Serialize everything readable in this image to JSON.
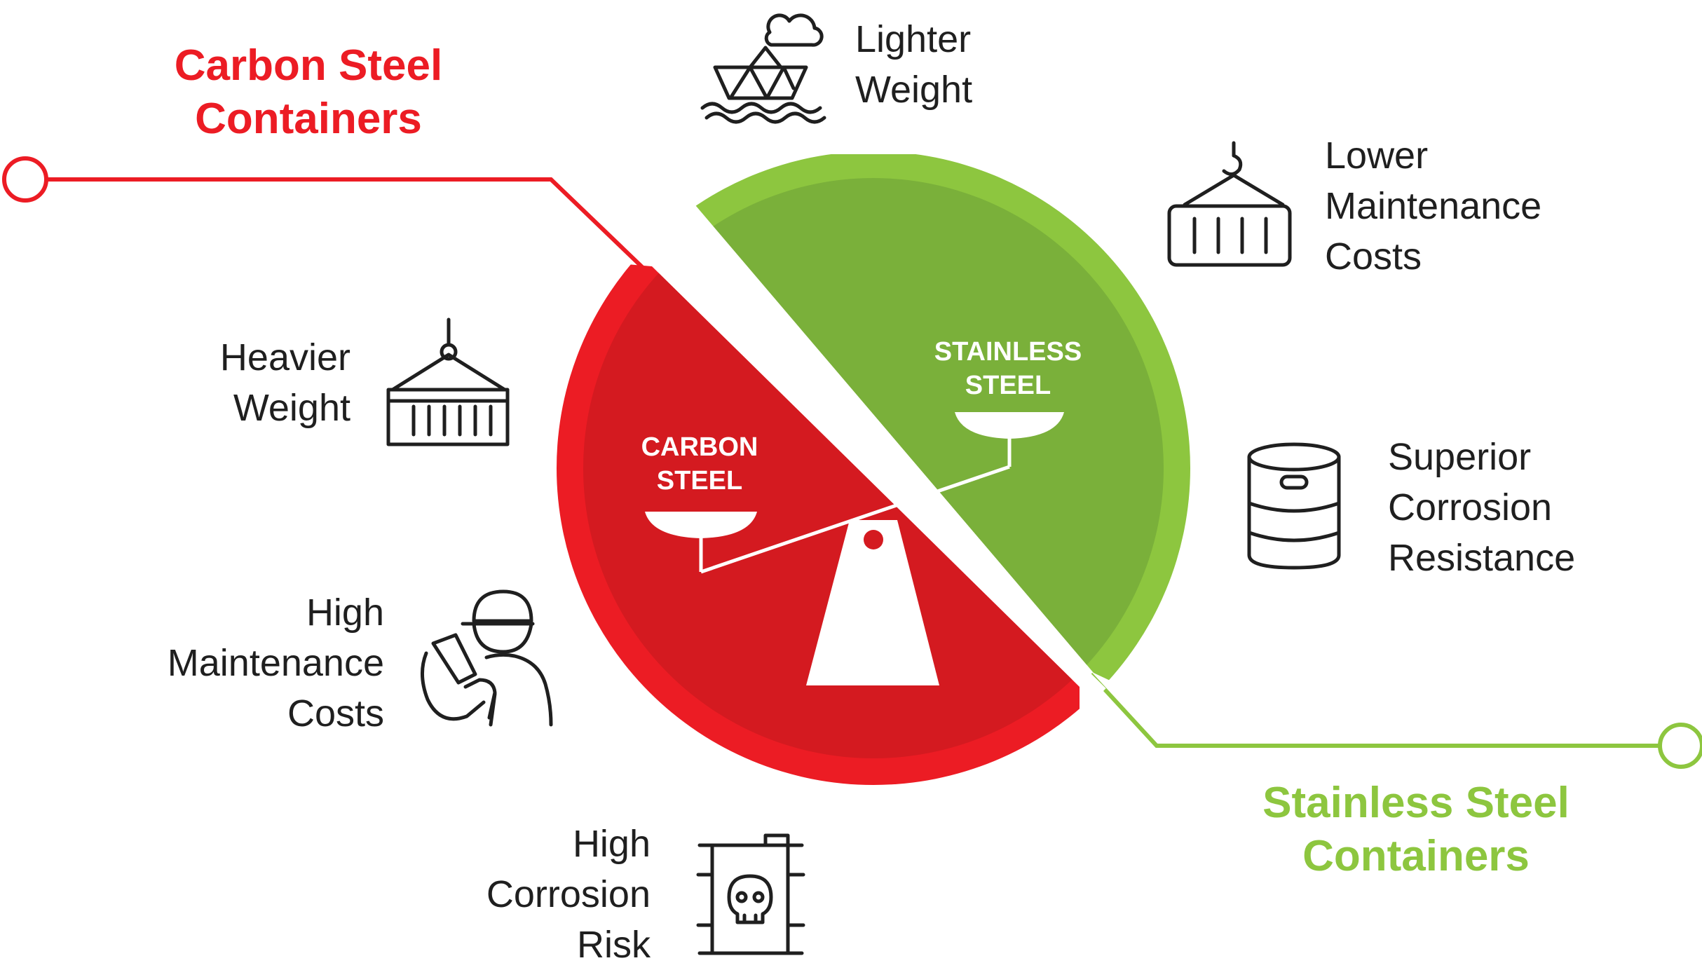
{
  "colors": {
    "carbon_red": "#ec1c24",
    "carbon_red_dark": "#d41a20",
    "stainless_green": "#8dc63f",
    "stainless_green_dark": "#7ab03a",
    "icon_stroke": "#1f1f1f",
    "text": "#1f1f1f"
  },
  "carbon_heading": {
    "line1": "Carbon Steel",
    "line2": "Containers"
  },
  "stainless_heading": {
    "line1": "Stainless Steel",
    "line2": "Containers"
  },
  "scale": {
    "carbon_label": {
      "line1": "CARBON",
      "line2": "STEEL"
    },
    "stainless_label": {
      "line1": "STAINLESS",
      "line2": "STEEL"
    }
  },
  "stainless_benefits": [
    {
      "icon": "ship-icon",
      "line1": "Lighter",
      "line2": "Weight"
    },
    {
      "icon": "container-crane-icon",
      "line1": "Lower",
      "line2": "Maintenance",
      "line3": "Costs"
    },
    {
      "icon": "barrel-icon",
      "line1": "Superior",
      "line2": "Corrosion",
      "line3": "Resistance"
    }
  ],
  "carbon_drawbacks": [
    {
      "icon": "container-crane-icon",
      "line1": "Heavier",
      "line2": "Weight"
    },
    {
      "icon": "worker-icon",
      "line1": "High",
      "line2": "Maintenance",
      "line3": "Costs"
    },
    {
      "icon": "toxic-drum-icon",
      "line1": "High",
      "line2": "Corrosion",
      "line3": "Risk"
    }
  ]
}
